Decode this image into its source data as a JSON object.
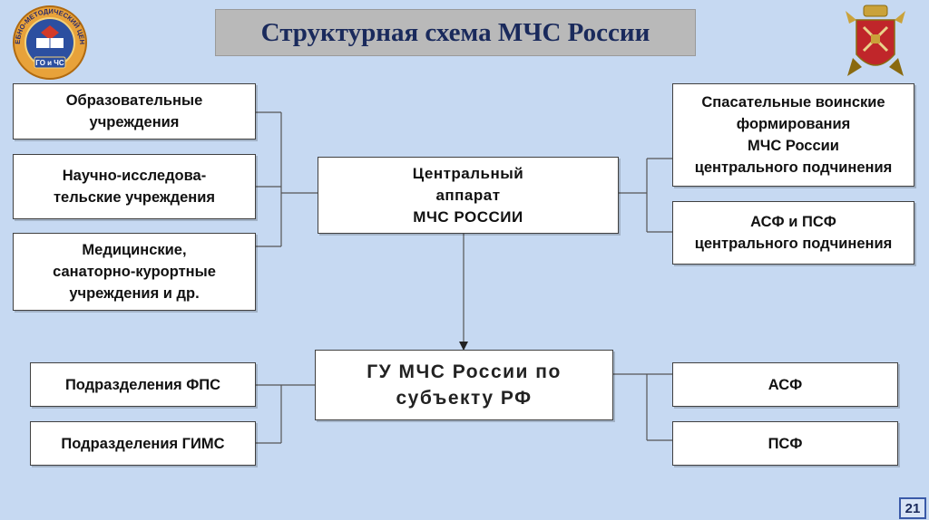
{
  "title": "Структурная схема МЧС России",
  "left_logo": {
    "ring_text": "УЧЕБНО-МЕТОДИЧЕСКИЙ ЦЕНТР",
    "badge": "ГО и ЧС"
  },
  "center": "Центральный\nаппарат\nМЧС РОССИИ",
  "gu": "ГУ МЧС России по\nсубъекту РФ",
  "left_top": [
    "Образовательные\nучреждения",
    "Научно-исследова-\nтельские учреждения",
    "Медицинские,\nсанаторно-курортные\nучреждения и др."
  ],
  "right_top": [
    "Спасательные воинские\nформирования\nМЧС России\nцентрального подчинения",
    "АСФ и ПСФ\nцентрального подчинения"
  ],
  "left_bottom": [
    "Подразделения ФПС",
    "Подразделения ГИМС"
  ],
  "right_bottom": [
    "АСФ",
    "ПСФ"
  ],
  "page_number": "21",
  "colors": {
    "background": "#c6d9f2",
    "title_bg": "#b9b9b9",
    "title_text": "#1a2a5c",
    "box_border": "#404040"
  }
}
